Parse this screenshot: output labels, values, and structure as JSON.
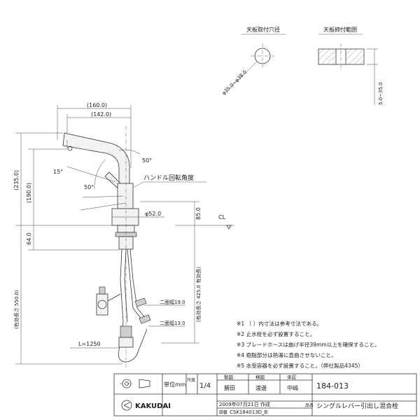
{
  "top_views": {
    "hole_title": "天板取付穴径",
    "hole_dim": "φ35.0~φ38.0",
    "range_title": "天板締付範囲",
    "range_dim": "5.0~35.0"
  },
  "dims": {
    "d160": "(160.0)",
    "d142": "(142.0)",
    "a50": "50°",
    "a15": "15°",
    "a50b": "50°",
    "h235": "(235.0)",
    "h190": "(190.0)",
    "dia52": "φ52.0",
    "h85": "85.0",
    "h64": "64.0",
    "cl": "CL",
    "handle": "ハンドル回転角度",
    "h550": "(有効長さ 550.0)",
    "h425": "(有効長さ 425.0 有効長)",
    "nut19": "二面幅19.0",
    "nut13": "二面幅13.0",
    "hose_len": "L=1250"
  },
  "notes": [
    "※1 （ ）内寸法は参考寸法である。",
    "※2 止水栓を必ず設置すること。",
    "※3 ブレードホースは曲げ半径39mm以上を確保すること。",
    "※4 樹脂部分は熱湯に直曲させないこと。",
    "※5 水受容器を必ず設置すること。（弊社製品4345）"
  ],
  "title_block": {
    "unit_label": "単位mm",
    "scale_label": "尺度",
    "scale": "1/4",
    "role_labels": [
      "製図",
      "検図",
      "承認"
    ],
    "roles": [
      "勝田",
      "渡邊",
      "中嶋"
    ],
    "product_number": "184-013",
    "brand": "KAKUDAI",
    "date": "2009年07月21日 作成",
    "drawing_no_label": "図番",
    "drawing_no": "CSK184013D_B",
    "product_name_label": "品名",
    "product_name": "シングルレバー引出し混合栓"
  }
}
